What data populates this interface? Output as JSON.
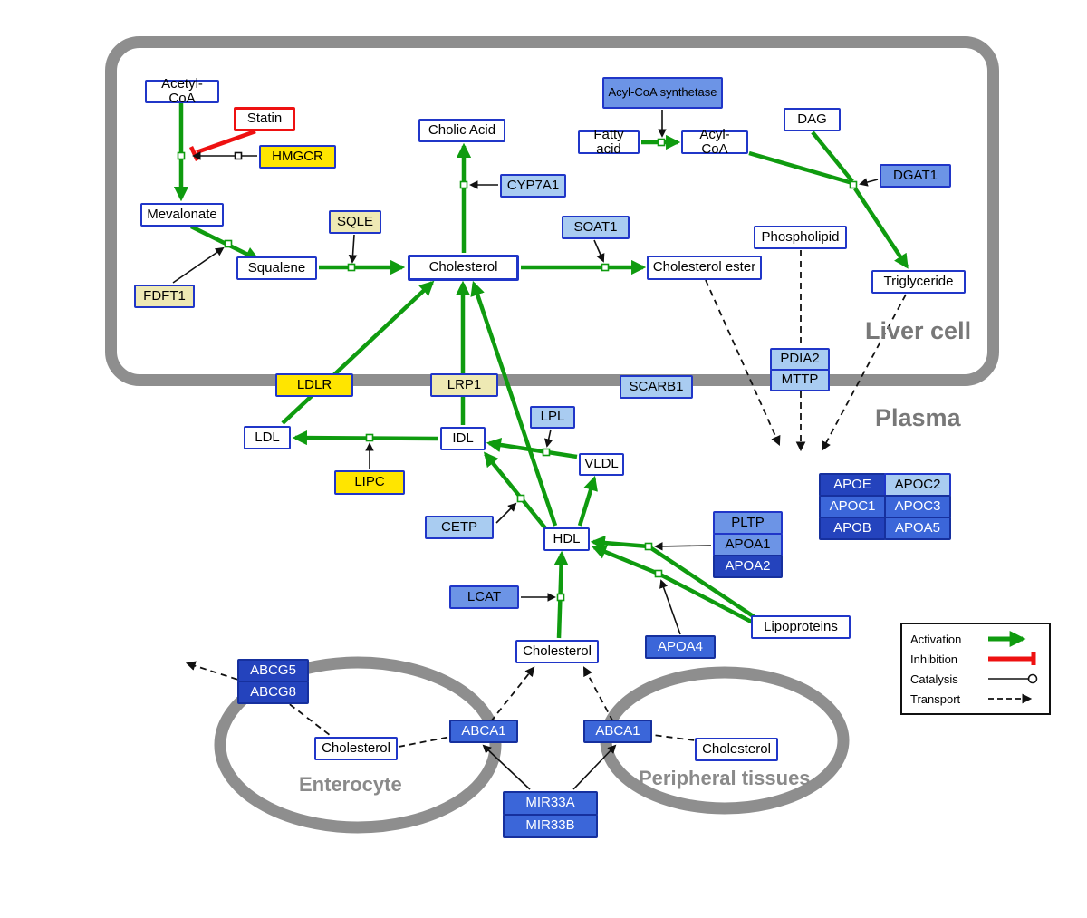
{
  "compartments": {
    "liver": "Liver cell",
    "plasma": "Plasma",
    "enterocyte": "Enterocyte",
    "peripheral": "Peripheral tissues"
  },
  "nodes": {
    "acetyl_coa": "Acetyl-CoA",
    "statin": "Statin",
    "hmgcr": "HMGCR",
    "mevalonate": "Mevalonate",
    "sqle": "SQLE",
    "fdft1": "FDFT1",
    "squalene": "Squalene",
    "cholesterol_liver": "Cholesterol",
    "cholic_acid": "Cholic Acid",
    "cyp7a1": "CYP7A1",
    "soat1": "SOAT1",
    "cholesterol_ester": "Cholesterol ester",
    "acyl_coa_synthetase": "Acyl-CoA synthetase",
    "fatty_acid": "Fatty acid",
    "acyl_coa": "Acyl-CoA",
    "dag": "DAG",
    "dgat1": "DGAT1",
    "phospholipid": "Phospholipid",
    "triglyceride": "Triglyceride",
    "pdia2": "PDIA2",
    "mttp": "MTTP",
    "ldlr": "LDLR",
    "lrp1": "LRP1",
    "scarb1": "SCARB1",
    "ldl": "LDL",
    "idl": "IDL",
    "lpl": "LPL",
    "vldl": "VLDL",
    "lipc": "LIPC",
    "cetp": "CETP",
    "hdl": "HDL",
    "lcat": "LCAT",
    "pltp": "PLTP",
    "apoa1": "APOA1",
    "apoa2": "APOA2",
    "apoa4": "APOA4",
    "lipoproteins": "Lipoproteins",
    "apoe": "APOE",
    "apoc2": "APOC2",
    "apoc1": "APOC1",
    "apoc3": "APOC3",
    "apob": "APOB",
    "apoa5": "APOA5",
    "cholesterol_plasma": "Cholesterol",
    "abcg5": "ABCG5",
    "abcg8": "ABCG8",
    "cholesterol_enterocyte": "Cholesterol",
    "abca1_left": "ABCA1",
    "abca1_right": "ABCA1",
    "mir33a": "MIR33A",
    "mir33b": "MIR33B",
    "cholesterol_peripheral": "Cholesterol"
  },
  "legend": {
    "activation": "Activation",
    "inhibition": "Inhibition",
    "catalysis": "Catalysis",
    "transport": "Transport"
  },
  "colors": {
    "activation_green": "#0f9b0f",
    "inhibition_red": "#ee1111",
    "membrane_gray": "#8e8e8e",
    "node_border_blue": "#2036c8",
    "gene_yellow": "#ffe500",
    "gene_pale_yellow": "#eee9b4",
    "blue_light": "#a9ccf1",
    "blue_medium": "#6c94e6",
    "blue_strong": "#3b66d9",
    "blue_dark": "#2443bd"
  }
}
